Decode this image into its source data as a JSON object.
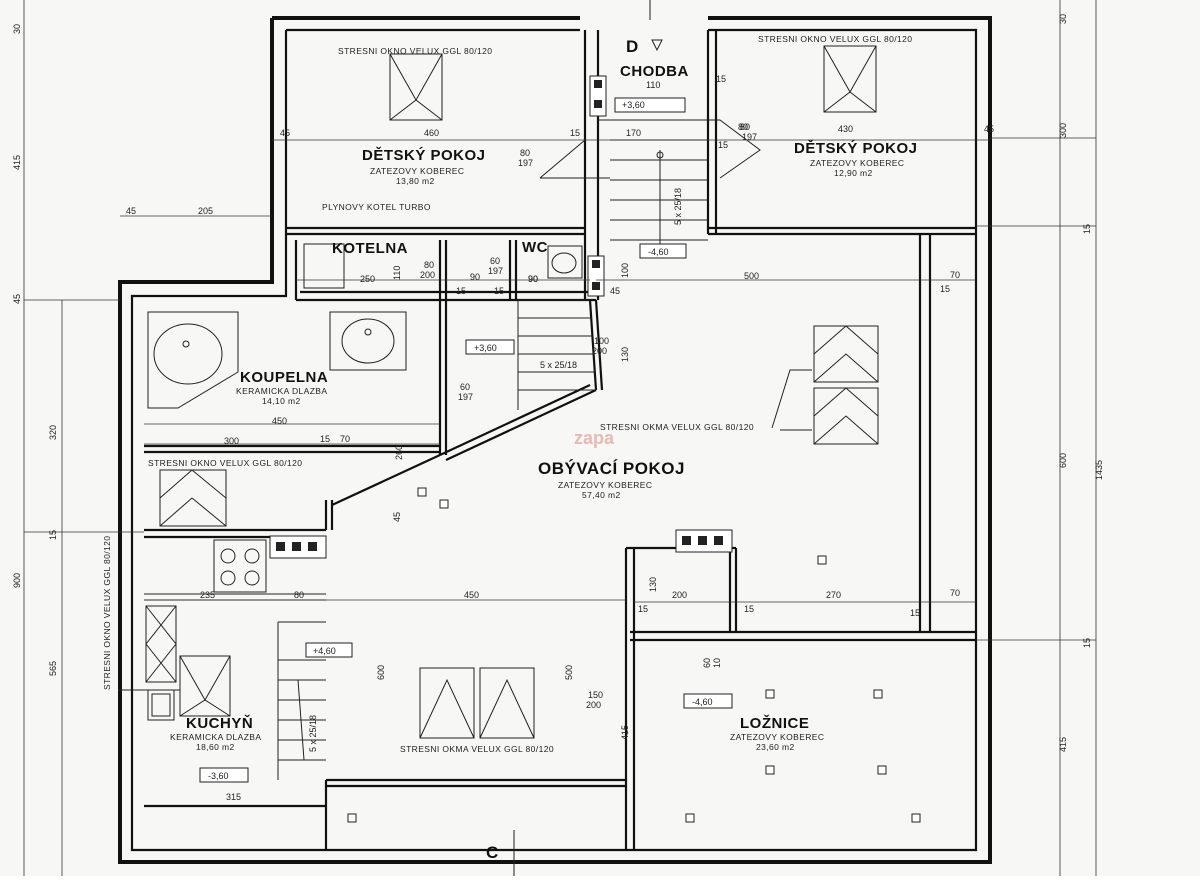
{
  "rooms": {
    "chodba": {
      "name": "CHODBA",
      "dim": "110",
      "level": "+3,60"
    },
    "detsky_left": {
      "name": "DĚTSKÝ POKOJ",
      "floor": "ZATEZOVY KOBEREC",
      "area": "13,80 m2",
      "window": "STRESNI OKNO VELUX GGL 80/120",
      "width": "460"
    },
    "detsky_right": {
      "name": "DĚTSKÝ POKOJ",
      "floor": "ZATEZOVY KOBEREC",
      "area": "12,90 m2",
      "window": "STRESNI OKNO VELUX GGL 80/120",
      "width": "430"
    },
    "kotelna": {
      "name": "KOTELNA",
      "note": "PLYNOVY KOTEL TURBO",
      "width": "250"
    },
    "wc": {
      "name": "WC",
      "width": "90"
    },
    "koupelna": {
      "name": "KOUPELNA",
      "floor": "KERAMICKA DLAZBA",
      "area": "14,10 m2",
      "width": "450"
    },
    "obyvaci": {
      "name": "OBÝVACÍ POKOJ",
      "floor": "ZATEZOVY KOBEREC",
      "area": "57,40 m2",
      "window": "STRESNI OKMA VELUX GGL 80/120",
      "width": "500"
    },
    "kuchyn": {
      "name": "KUCHYŇ",
      "floor": "KERAMICKA DLAZBA",
      "area": "18,60 m2",
      "window": "STRESNI OKNO VELUX GGL 80/120",
      "level": "-3,60"
    },
    "loznice": {
      "name": "LOŽNICE",
      "floor": "ZATEZOVY KOBEREC",
      "area": "23,60 m2",
      "level": "-4,60"
    }
  },
  "labels": {
    "section_d": "D",
    "section_c": "C",
    "level_stair_top": "-4,60",
    "level_stair_mid": "+3,60",
    "level_kitchen_stair": "+4,60",
    "stair_top": "5 x 25/18",
    "stair_mid": "5 x 25/18",
    "stair_kitchen": "5 x 25/18",
    "window_living_bottom": "STRESNI OKMA VELUX GGL 80/120",
    "window_vertical": "STRESNI OKNO VELUX GGL 80/120",
    "watermark": "zapa"
  },
  "dims": {
    "top": [
      "45",
      "460",
      "15",
      "170",
      "80",
      "430",
      "45"
    ],
    "d_15a": "15",
    "d_15b": "15",
    "d_80_197a": "80",
    "d_80_197b": "197",
    "d_80": "80",
    "d_197": "197",
    "d_45": "45",
    "d_205": "205",
    "d_80_200a": "80",
    "d_80_200b": "200",
    "d_60_197a": "60",
    "d_60_197b": "197",
    "d_90a": "90",
    "d_90b": "90",
    "d_110": "110",
    "d_15c": "15",
    "d_15d": "15",
    "d_45b": "45",
    "d_100": "100",
    "d_15e": "15",
    "d_70": "70",
    "d_100_200a": "100",
    "d_100_200b": "200",
    "d_130": "130",
    "d_60b": "60",
    "d_197b": "197",
    "d_300": "300",
    "d_15f": "15",
    "d_70b": "70",
    "d_260": "260",
    "d_45c": "45",
    "d_235": "235",
    "d_80b": "80",
    "d_450b": "450",
    "d_130b": "130",
    "d_15g": "15",
    "d_200": "200",
    "d_15h": "15",
    "d_270": "270",
    "d_15i": "15",
    "d_70c": "70",
    "d_600": "600",
    "d_500b": "500",
    "d_150_200a": "150",
    "d_150_200b": "200",
    "d_415b": "415",
    "d_60c": "60",
    "d_10": "10",
    "d_315": "315",
    "left": [
      "30",
      "415",
      "45",
      "320",
      "15",
      "900",
      "565"
    ],
    "right": [
      "30",
      "300",
      "15",
      "600",
      "1435",
      "15",
      "415"
    ]
  }
}
